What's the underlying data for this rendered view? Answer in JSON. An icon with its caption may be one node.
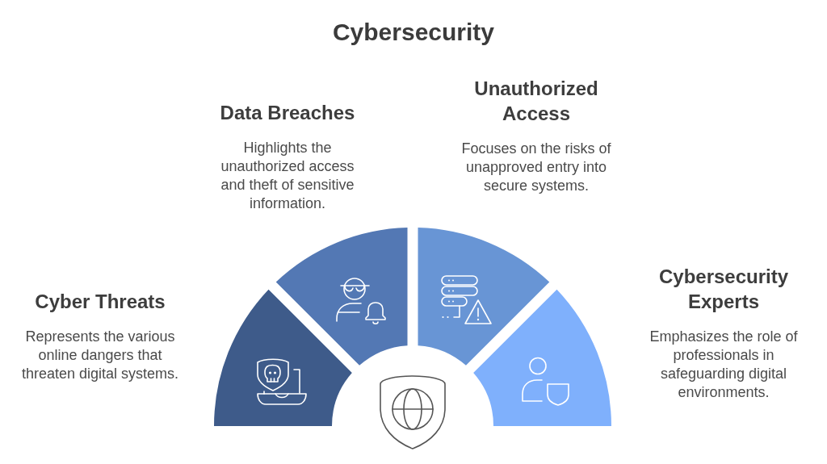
{
  "diagram": {
    "title": "Cybersecurity",
    "nodes": [
      {
        "text": [
          "Cyber Threats",
          "Represents the various online dangers that threaten digital systems."
        ]
      },
      {
        "text": [
          "Data Breaches",
          "Highlights the unauthorized access and theft of sensitive information."
        ]
      },
      {
        "text": [
          "Unauthorized Access",
          "Focuses on the risks of unapproved entry into secure systems."
        ]
      },
      {
        "text": [
          "Cybersecurity Experts",
          "Emphasizes the role of professionals in safeguarding digital environments."
        ]
      }
    ]
  }
}
